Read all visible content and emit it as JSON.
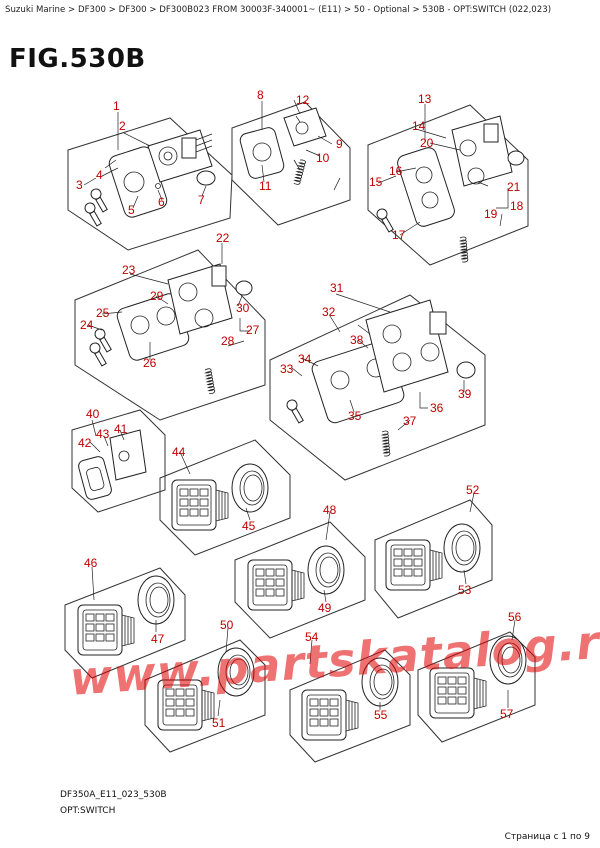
{
  "breadcrumb": "Suzuki Marine > DF300 > DF300 > DF300B023 FROM 30003F-340001~ (E11) > 50 - Optional > 530B - OPT:SWITCH (022,023)",
  "figure_title": "FIG.530B",
  "watermark": "www.partskatalog.ru",
  "diagram_code": "DF350A_E11_023_530B",
  "subtitle": "OPT:SWITCH",
  "footer_page": "Страница с 1 по 9",
  "callouts": [
    "1",
    "2",
    "3",
    "4",
    "5",
    "6",
    "7",
    "8",
    "9",
    "10",
    "11",
    "12",
    "13",
    "14",
    "15",
    "16",
    "17",
    "18",
    "19",
    "20",
    "21",
    "22",
    "23",
    "24",
    "25",
    "26",
    "27",
    "28",
    "29",
    "30",
    "31",
    "32",
    "33",
    "34",
    "35",
    "36",
    "37",
    "38",
    "39",
    "40",
    "41",
    "42",
    "43",
    "44",
    "45",
    "46",
    "47",
    "48",
    "49",
    "50",
    "51",
    "52",
    "53",
    "54",
    "55",
    "56",
    "57"
  ],
  "colors": {
    "callout": "#c00000",
    "watermark": "#e10000",
    "line": "#222222"
  }
}
